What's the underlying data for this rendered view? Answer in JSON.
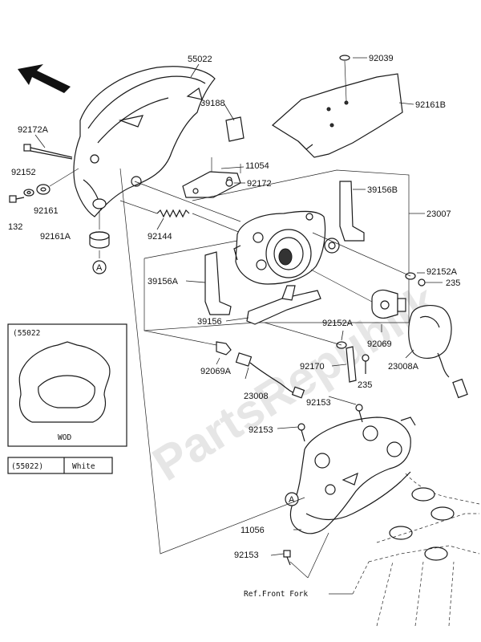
{
  "parts": {
    "p55022": "55022",
    "p92039": "92039",
    "p39188": "39188",
    "p92161B": "92161B",
    "p92172A": "92172A",
    "p92152": "92152",
    "p11054": "11054",
    "p92172": "92172",
    "p92161": "92161",
    "p132": "132",
    "p39156B": "39156B",
    "p23007": "23007",
    "p92161A": "92161A",
    "p92144": "92144",
    "p92152A_1": "92152A",
    "p235_1": "235",
    "p39156A": "39156A",
    "p39156": "39156",
    "p92152A_2": "92152A",
    "p92069": "92069",
    "p92069A": "92069A",
    "p92170": "92170",
    "p23008A": "23008A",
    "p235_2": "235",
    "p23008": "23008",
    "p92153_1": "92153",
    "p92153_2": "92153",
    "p11056": "11056",
    "p92153_3": "92153",
    "ref_front_fork": "Ref.Front Fork"
  },
  "reference_marks": {
    "mark_a_1": "A",
    "mark_a_2": "A"
  },
  "inset": {
    "model_code": "(55022",
    "variant": "WOD",
    "table_code": "(55022)",
    "table_color": "White"
  },
  "watermark": "PartsRepublik",
  "colors": {
    "line": "#1a1a1a",
    "watermark": "#c8c8c8"
  }
}
